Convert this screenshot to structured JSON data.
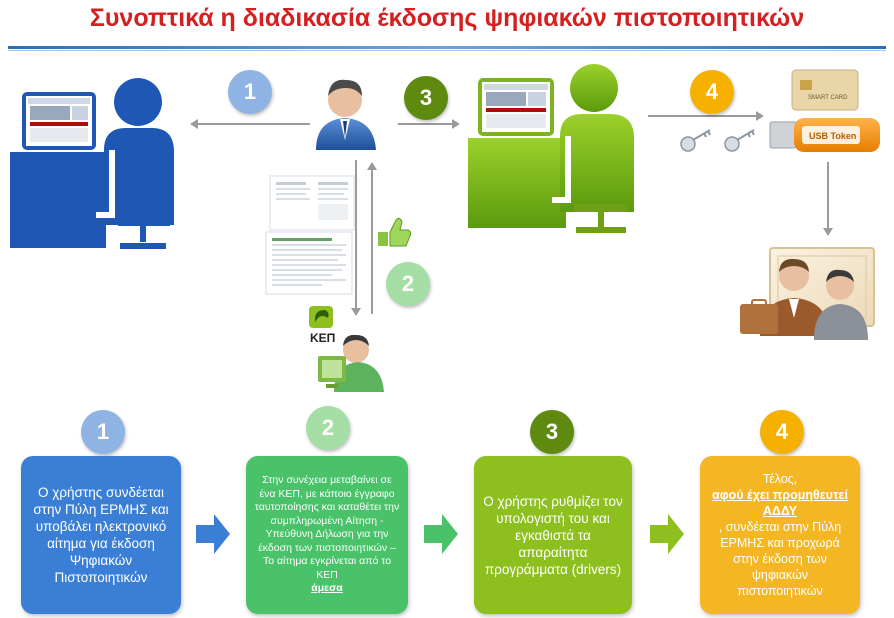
{
  "title": "Συνοπτικά η διαδικασία έκδοσης ψηφιακών πιστοποιητικών",
  "colors": {
    "title": "#d42020",
    "step1": "#3a7fd5",
    "step2": "#49c26a",
    "step3": "#8dbf1e",
    "step4": "#f5b624",
    "step1_circle": "#8fb4e3",
    "step2_circle": "#a5dea5",
    "step3_circle": "#5f8a10",
    "step4_circle": "#f5b000"
  },
  "steps": [
    {
      "number": "1",
      "text": "Ο χρήστης συνδέεται στην Πύλη ΕΡΜΗΣ και υποβάλει ηλεκτρονικό αίτημα για έκδοση Ψηφιακών Πιστοποιητικών"
    },
    {
      "number": "2",
      "text": "Στην συνέχεια μεταβαίνει σε ένα ΚΕΠ, με κάποιο έγγραφο ταυτοποίησης και καταθέτει την συμπληρωμένη Αίτηση - Υπεύθυνη Δήλωση για την έκδοση των πιστοποιητικών  – Το αίτημα εγκρίνεται από το ΚΕΠ",
      "emphasis": "άμεσα"
    },
    {
      "number": "3",
      "text": "Ο χρήστης ρυθμίζει τον υπολογιστή του και εγκαθιστά τα απαραίτητα προγράμματα (drivers)"
    },
    {
      "number": "4",
      "text_before": "Τέλος, ",
      "emphasis": "αφού έχει προμηθευτεί ΑΔΔΥ",
      "text_after": ", συνδέεται στην Πύλη ΕΡΜΗΣ και προχωρά στην έκδοση των ψηφιακών πιστοποιητικών"
    }
  ],
  "diagram": {
    "kep_label": "ΚΕΠ",
    "smart_card_label": "SMART CARD",
    "usb_token_label": "USB Token",
    "circles": [
      "1",
      "2",
      "3",
      "4"
    ]
  }
}
